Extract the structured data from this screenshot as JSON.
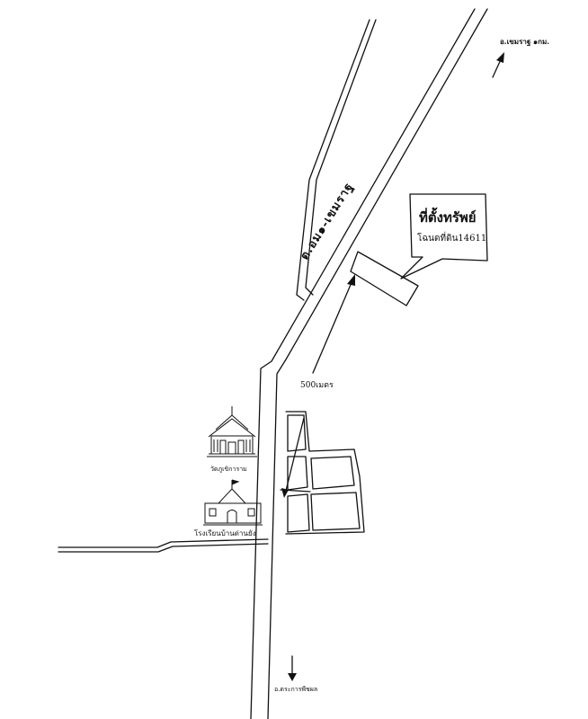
{
  "labels": {
    "north_direction": "อ.เขมราฐ ๑กม.",
    "south_direction": "อ.ตระการพืชผล",
    "road_name": "ต.อม๑-เขมราฐ",
    "distance": "500เมตร",
    "property_title": "ที่ตั้งทรัพย์",
    "deed_number": "โฉนดที่ดิน14611",
    "temple": "วัดภูเขิการาม",
    "school": "โรงเรียนบ้านด่านยัง"
  },
  "icons": {
    "temple": "temple-icon",
    "school": "school-building-icon",
    "arrows": "arrow-icon"
  },
  "colors": {
    "ink": "#111111",
    "background": "#ffffff"
  }
}
